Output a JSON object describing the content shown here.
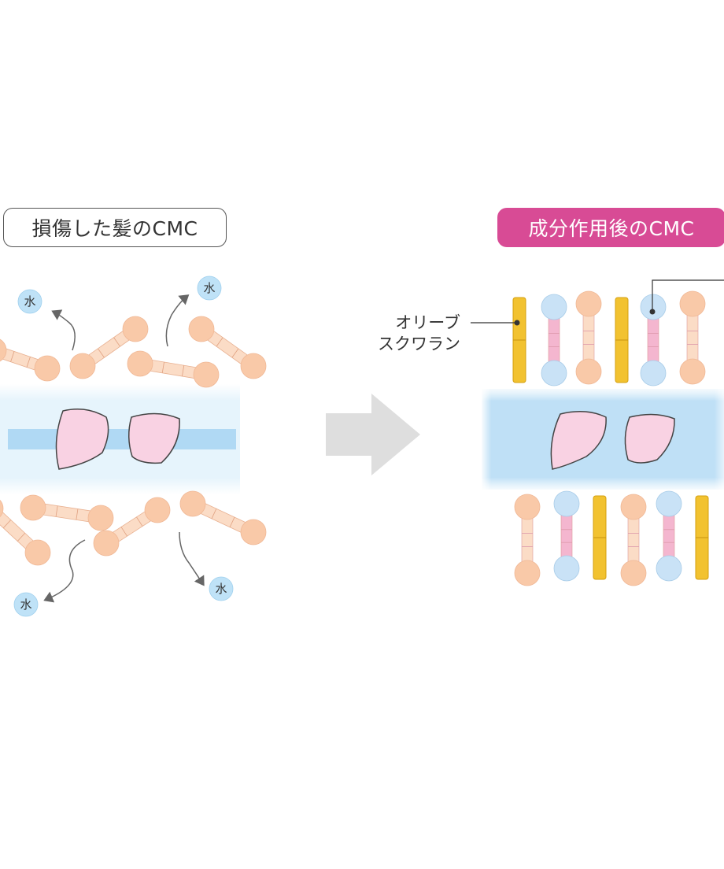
{
  "left_panel": {
    "title": "損傷した髪のCMC",
    "water_label": "水"
  },
  "right_panel": {
    "title": "成分作用後のCMC",
    "ingredient_label_line1": "オリーブ",
    "ingredient_label_line2": "スクワラン"
  },
  "colors": {
    "lipid_peach": "#f9c9a8",
    "lipid_pink": "#f4b6cf",
    "lipid_blue_head": "#c9e2f6",
    "squalane_yellow": "#f2c230",
    "cmc_band": "#bfe0f6",
    "cmc_band_center": "#a6d4f2",
    "protein": "#f9d2e3",
    "water_bubble": "#bfe2f7",
    "arrow_gray": "#dedede",
    "badge_pink": "#d84b95"
  },
  "icons": [
    "water-bubble-icon",
    "flow-arrow-icon",
    "transition-arrow-icon"
  ]
}
